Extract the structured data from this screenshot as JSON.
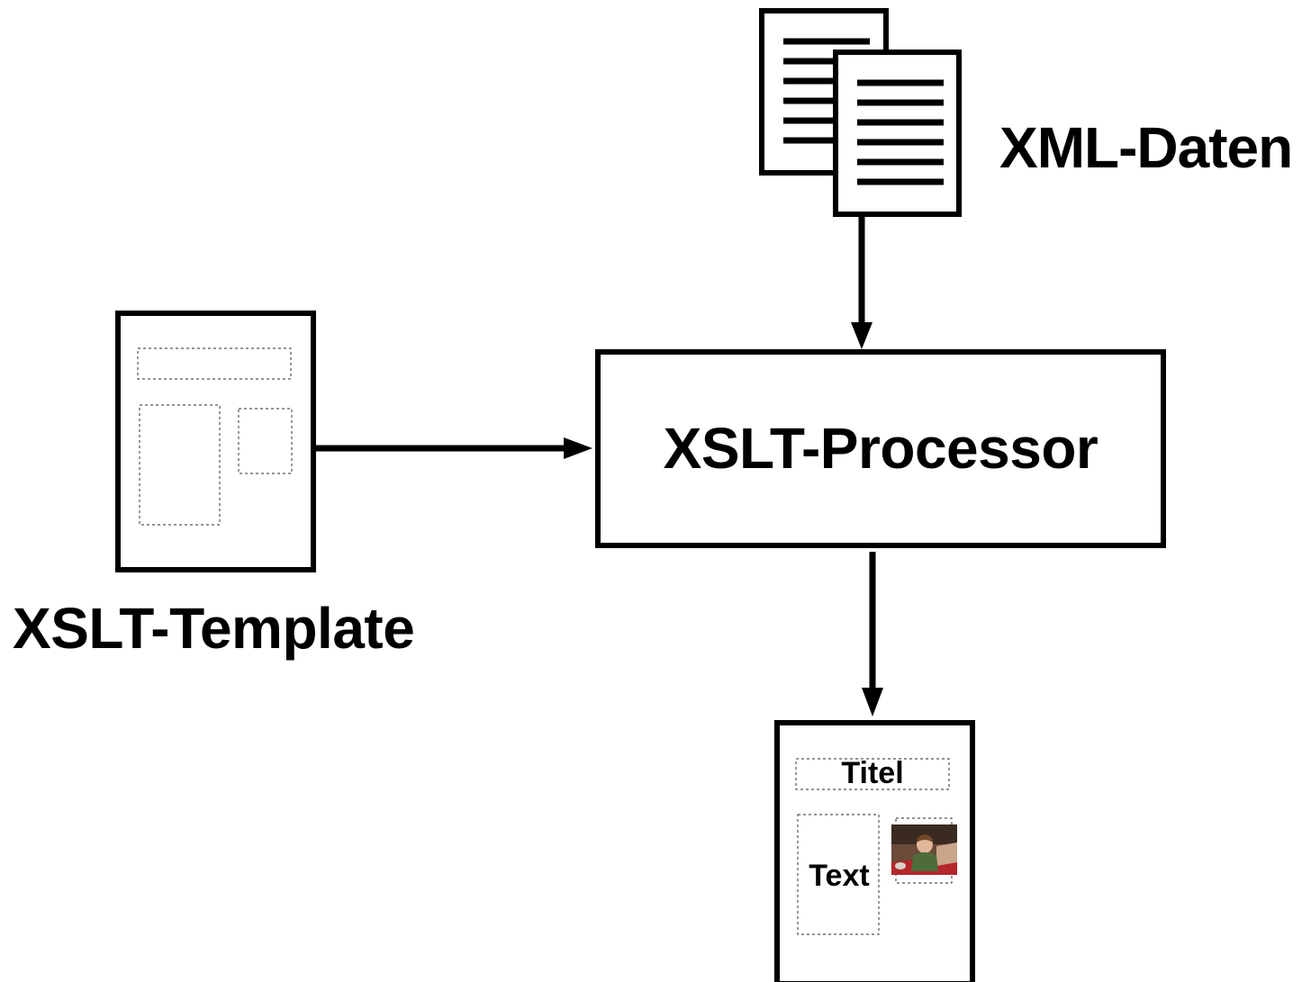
{
  "labels": {
    "xml_data": "XML-Daten",
    "processor": "XSLT-Processor",
    "template": "XSLT-Template",
    "output_title": "Titel",
    "output_text": "Text"
  },
  "colors": {
    "stroke": "#000000",
    "background": "#ffffff",
    "placeholder_border": "#555555"
  },
  "icons": [
    "document-stack-icon",
    "template-document-icon",
    "output-document-icon",
    "photo-thumbnail"
  ]
}
